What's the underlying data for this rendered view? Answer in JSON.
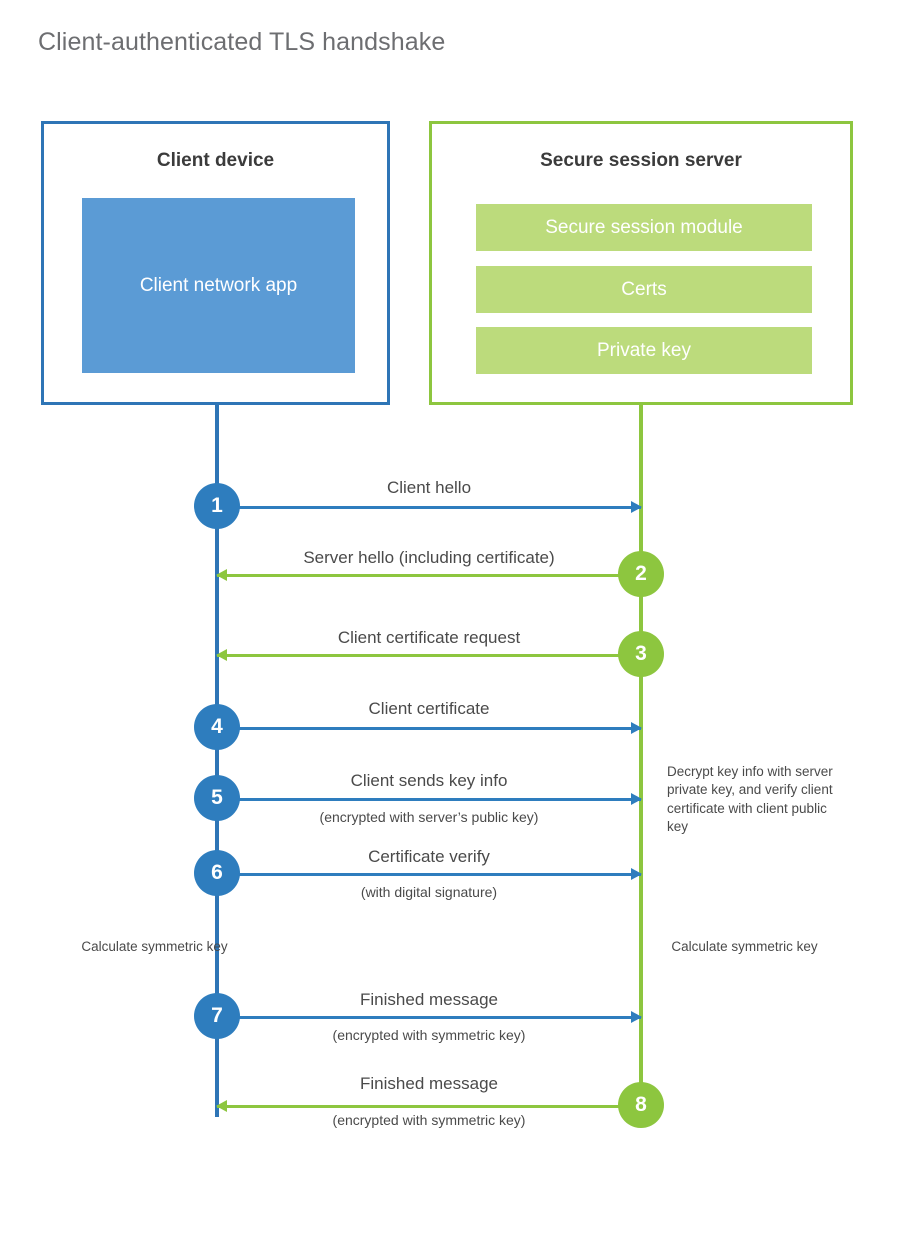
{
  "title": "Client-authenticated TLS handshake",
  "colors": {
    "client_blue": "#2E75B6",
    "client_app_fill": "#5B9BD5",
    "client_circle": "#2E7DBE",
    "server_green": "#8DC63F",
    "server_bar_fill": "#BCDB7C",
    "title_gray": "#6d6e71",
    "text_gray": "#4a4a4a",
    "background": "#ffffff"
  },
  "client": {
    "title": "Client device",
    "app_label": "Client network app"
  },
  "server": {
    "title": "Secure session server",
    "bars": [
      {
        "label": "Secure session module"
      },
      {
        "label": "Certs"
      },
      {
        "label": "Private key"
      }
    ]
  },
  "steps": [
    {
      "number": "1",
      "label": "Client hello",
      "sublabel": "",
      "direction": "client-to-server",
      "color": "blue"
    },
    {
      "number": "2",
      "label": "Server hello (including certificate)",
      "sublabel": "",
      "direction": "server-to-client",
      "color": "green"
    },
    {
      "number": "3",
      "label": "Client certificate request",
      "sublabel": "",
      "direction": "server-to-client",
      "color": "green"
    },
    {
      "number": "4",
      "label": "Client certificate",
      "sublabel": "",
      "direction": "client-to-server",
      "color": "blue"
    },
    {
      "number": "5",
      "label": "Client sends key info",
      "sublabel": "(encrypted with server’s public key)",
      "direction": "client-to-server",
      "color": "blue"
    },
    {
      "number": "6",
      "label": "Certificate verify",
      "sublabel": "(with digital signature)",
      "direction": "client-to-server",
      "color": "blue"
    },
    {
      "number": "7",
      "label": "Finished message",
      "sublabel": "(encrypted with symmetric key)",
      "direction": "client-to-server",
      "color": "blue"
    },
    {
      "number": "8",
      "label": "Finished message",
      "sublabel": "(encrypted with symmetric key)",
      "direction": "server-to-client",
      "color": "green"
    }
  ],
  "notes": {
    "server_decrypt": "Decrypt key info with server private key, and verify client certificate with client public key",
    "client_calculate": "Calculate symmetric key",
    "server_calculate": "Calculate symmetric key"
  }
}
